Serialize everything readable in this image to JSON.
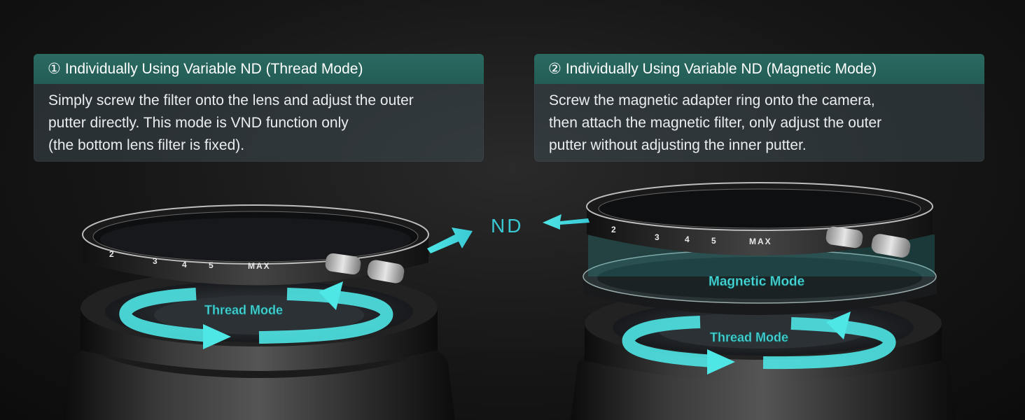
{
  "colors": {
    "accent": "#39c8d4",
    "card_header": "#2a6a61",
    "arrow": "#4fe6e6"
  },
  "left_card": {
    "num": "①",
    "title": "Individually Using Variable ND (Thread Mode)",
    "lines": [
      "Simply screw the filter onto the lens and adjust the outer",
      "putter directly. This mode is VND function only",
      "(the bottom lens filter is fixed)."
    ]
  },
  "right_card": {
    "num": "②",
    "title": "Individually Using Variable ND (Magnetic Mode)",
    "lines": [
      "Screw the magnetic adapter ring onto the camera,",
      "then attach the magnetic filter, only adjust the outer",
      "putter without adjusting the inner putter."
    ]
  },
  "nd_label": "ND",
  "left_filter": {
    "scale": [
      "2",
      "3",
      "4",
      "5",
      "MAX"
    ],
    "mode_label": "Thread Mode"
  },
  "right_filter": {
    "scale": [
      "2",
      "3",
      "4",
      "5",
      "MAX"
    ],
    "magnetic_label": "Magnetic Mode",
    "mode_label": "Thread Mode"
  }
}
